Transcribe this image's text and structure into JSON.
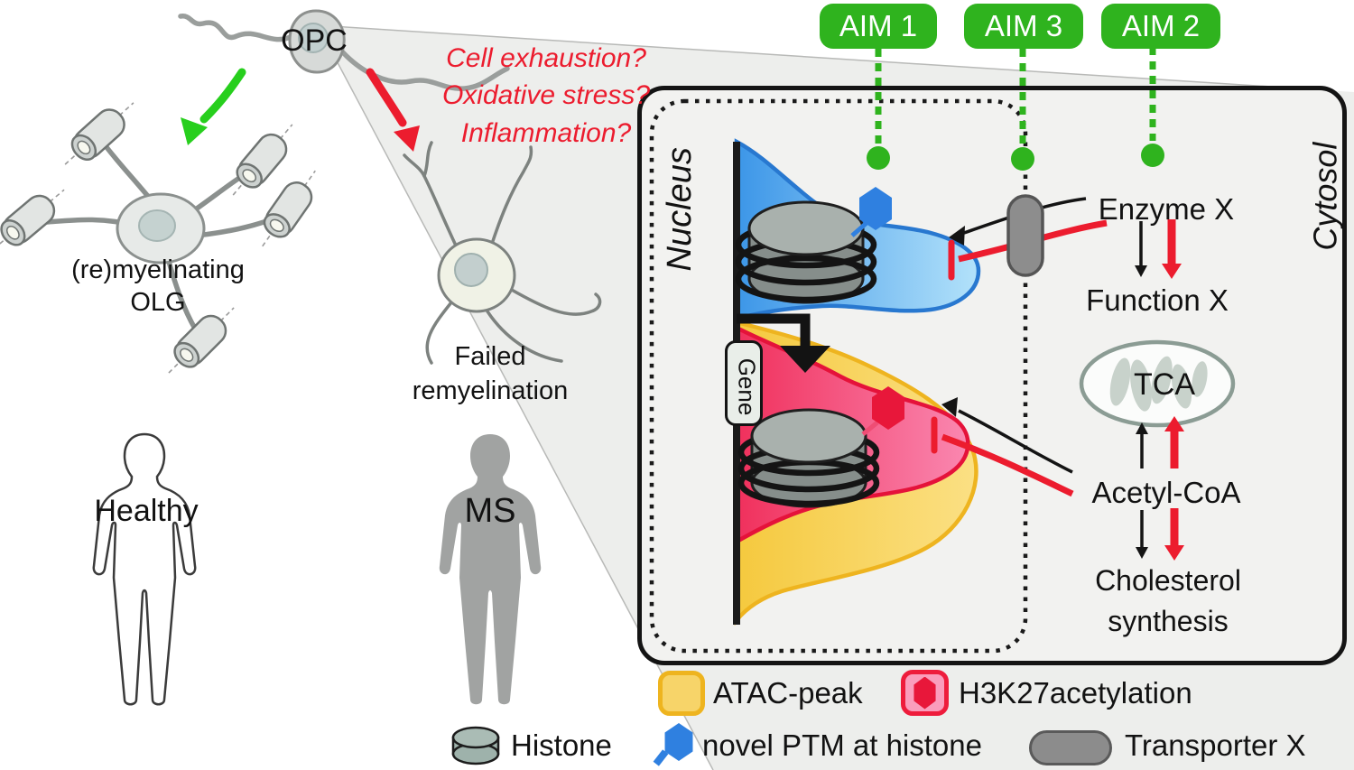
{
  "aims": {
    "aim1": "AIM 1",
    "aim3": "AIM 3",
    "aim2": "AIM 2"
  },
  "left_panel": {
    "opc_label": "OPC",
    "stress_questions": [
      "Cell exhaustion?",
      "Oxidative stress?",
      "Inflammation?"
    ],
    "olg_label_line1": "(re)myelinating",
    "olg_label_line2": "OLG",
    "failed_label_line1": "Failed",
    "failed_label_line2": "remyelination",
    "healthy_label": "Healthy",
    "ms_label": "MS"
  },
  "cell_box": {
    "nucleus_label": "Nucleus",
    "cytosol_label": "Cytosol",
    "gene_label": "Gene",
    "enzyme_label": "Enzyme X",
    "function_label": "Function X",
    "tca_label": "TCA",
    "acetyl_label": "Acetyl-CoA",
    "cholesterol_line1": "Cholesterol",
    "cholesterol_line2": "synthesis"
  },
  "legend": {
    "atac_label": "ATAC-peak",
    "h3k27_label": "H3K27acetylation",
    "histone_label": "Histone",
    "ptm_label": "novel PTM at histone",
    "transporter_label": "Transporter X"
  },
  "icons": {
    "atac-icon": "yellow rounded square",
    "h3k27-icon": "red hexagon in pink rounded square",
    "histone-icon": "gray-green cylinder",
    "ptm-icon": "blue hexagon pin",
    "transporter-icon": "gray capsule",
    "mitochondrion-icon": "gray organelle with cristae",
    "green-dot-icon": "green target dot"
  },
  "colors": {
    "aim_green": "#2fb31e",
    "arrow_green": "#27cf1d",
    "alert_red": "#ec1c2e",
    "crimson": "#e8173a",
    "ptm_blue": "#2f80e0",
    "blue_peak_stroke": "#2878d0",
    "yellow_border": "#eeb41f",
    "yellow_fill": "#f7d469",
    "pink_fill": "#fa9dbc",
    "capsule_gray": "#8c8c8c",
    "histone_gray": "#9eb2ab",
    "box_bg": "#f2f2f0",
    "wedge_gray": "#edeeec"
  }
}
